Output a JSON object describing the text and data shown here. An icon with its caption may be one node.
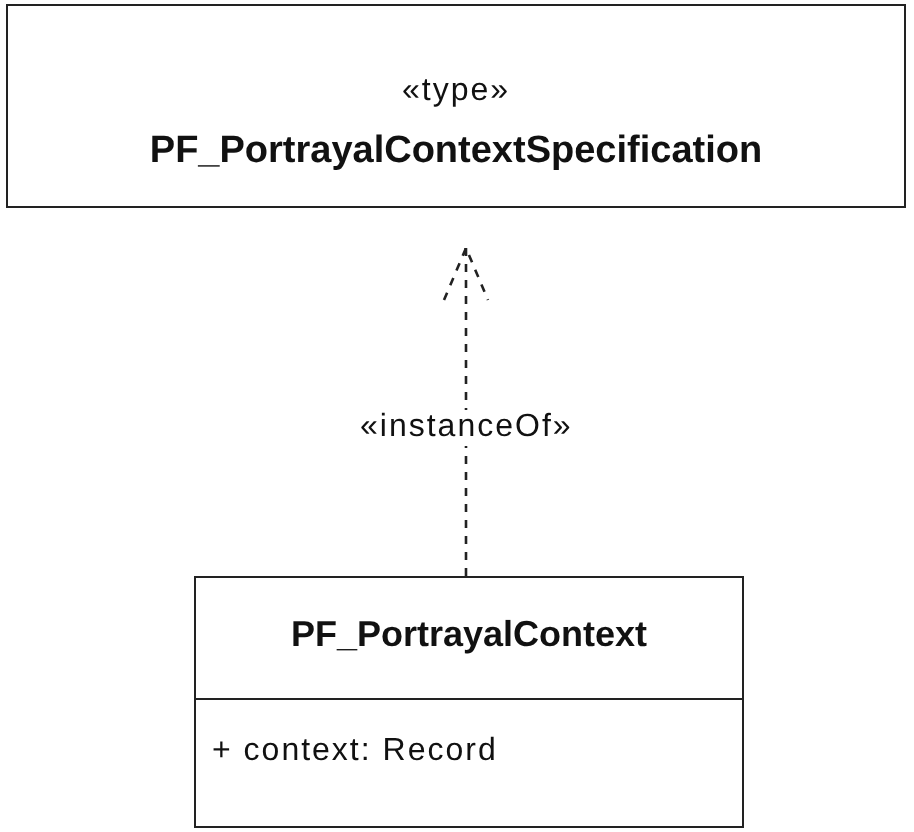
{
  "diagram": {
    "nodes": [
      {
        "text": [
          "«type»",
          "PF_PortrayalContextSpecification"
        ]
      },
      {
        "text": [
          "PF_PortrayalContext",
          "+ context: Record"
        ]
      }
    ],
    "edges": [
      {
        "from": 1,
        "to": 0,
        "arrow": "to",
        "style": "dashed",
        "label": "«instanceOf»"
      }
    ]
  }
}
